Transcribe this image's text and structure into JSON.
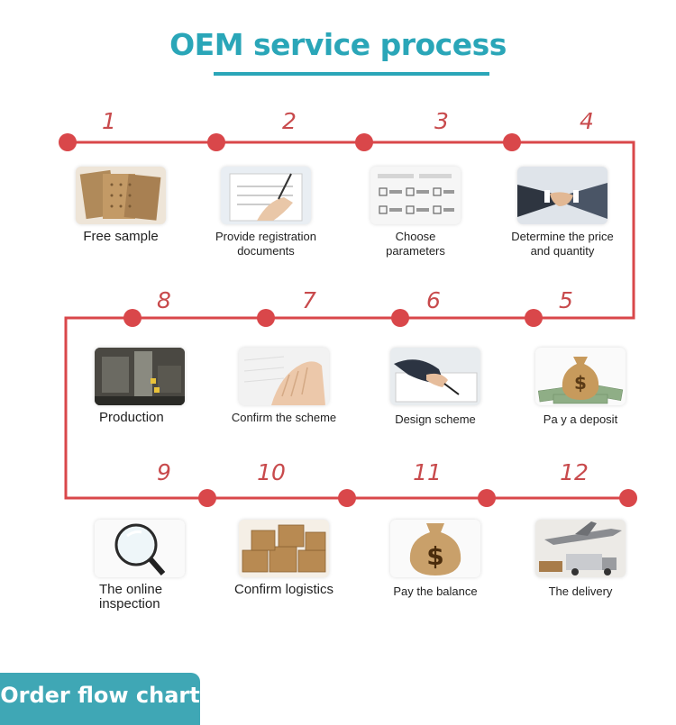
{
  "title": "OEM service process",
  "badge": "Order flow chart",
  "colors": {
    "accent": "#2aa6b8",
    "line": "#d9474a",
    "number": "#c84a4c"
  },
  "steps": [
    {
      "number": "1",
      "label": "Free sample",
      "icon": "sample-patches-icon"
    },
    {
      "number": "2",
      "label": "Provide  registration documents",
      "icon": "writing-documents-icon"
    },
    {
      "number": "3",
      "label": "Choose parameters",
      "icon": "form-parameters-icon"
    },
    {
      "number": "4",
      "label": "Determine the price and quantity",
      "icon": "handshake-icon"
    },
    {
      "number": "5",
      "label": "Pa y a deposit",
      "icon": "money-bag-icon"
    },
    {
      "number": "6",
      "label": "Design scheme",
      "icon": "design-drawing-icon"
    },
    {
      "number": "7",
      "label": "Confirm the scheme",
      "icon": "confirm-scheme-icon"
    },
    {
      "number": "8",
      "label": "Production",
      "icon": "factory-line-icon"
    },
    {
      "number": "9",
      "label": "The online inspection",
      "icon": "magnifier-icon"
    },
    {
      "number": "10",
      "label": "Confirm logistics",
      "icon": "boxes-icon"
    },
    {
      "number": "11",
      "label": "Pay the balance",
      "icon": "balance-bag-icon"
    },
    {
      "number": "12",
      "label": "The delivery",
      "icon": "airplane-truck-icon"
    }
  ]
}
